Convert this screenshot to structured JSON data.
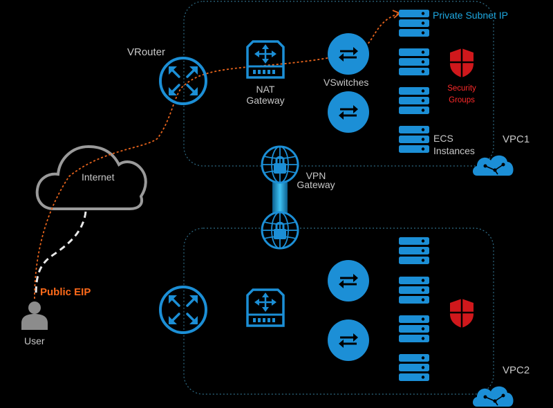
{
  "colors": {
    "background": "#000000",
    "accent_blue": "#1c8fd6",
    "label_grey": "#c8c8c8",
    "private_ip_blue": "#1ea8e0",
    "security_red": "#ff2a2a",
    "shield_red": "#d0181c",
    "public_eip_orange": "#ff6a1a",
    "route_orange": "#e8641c",
    "vpc_border": "#2f6c86",
    "internet_cloud_grey": "#9a9a9a",
    "user_grey": "#8c8c8c"
  },
  "icons": {
    "router": "router-icon",
    "nat_gateway": "nat-gateway-icon",
    "vswitch": "vswitch-icon",
    "server": "ecs-server-icon",
    "security_group": "security-shield-icon",
    "vpn_gateway": "vpn-lock-icon",
    "internet": "internet-cloud-icon",
    "user": "user-icon",
    "vpc_cloud": "vpc-cloud-icon"
  },
  "labels": {
    "vrouter": "VRouter",
    "nat_line1": "NAT",
    "nat_line2": "Gateway",
    "vswitches": "VSwitches",
    "private_subnet_ip": "Private Subnet IP",
    "security_line1": "Security",
    "security_line2": "Groups",
    "ecs_line1": "ECS",
    "ecs_line2": "Instances",
    "vpc1": "VPC1",
    "vpc2": "VPC2",
    "vpn_line1": "VPN",
    "vpn_line2": "Gateway",
    "internet": "Internet",
    "public_eip": "Public EIP",
    "user": "User"
  }
}
